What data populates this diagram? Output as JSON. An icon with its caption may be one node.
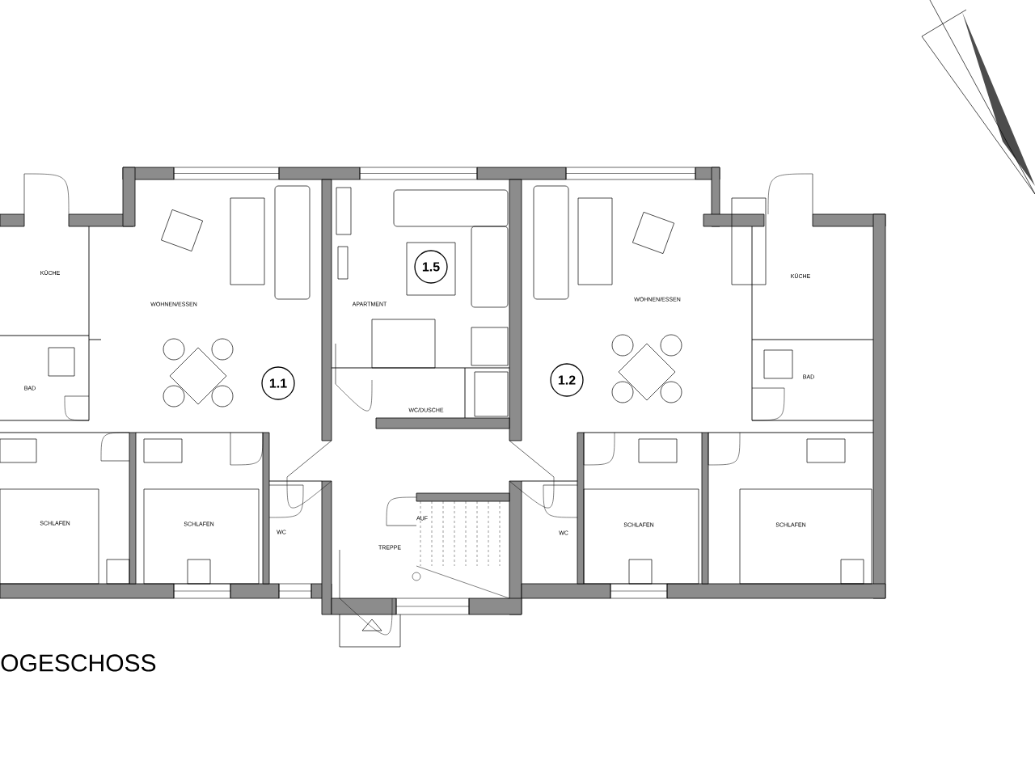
{
  "diagram": {
    "nodes": [
      {
        "text": [
          "1.1"
        ]
      },
      {
        "text": [
          "1.5"
        ]
      },
      {
        "text": [
          "1.2"
        ]
      }
    ],
    "labels": [
      "KÜCHE",
      "WOHNEN/ESSEN",
      "APARTMENT",
      "WOHNEN/ESSEN",
      "KÜCHE",
      "BAD",
      "WC/DUSCHE",
      "BAD",
      "SCHLAFEN",
      "SCHLAFEN",
      "WC",
      "TREPPE",
      "AUF",
      "WC",
      "SCHLAFEN",
      "SCHLAFEN",
      "OGESCHOSS"
    ]
  }
}
